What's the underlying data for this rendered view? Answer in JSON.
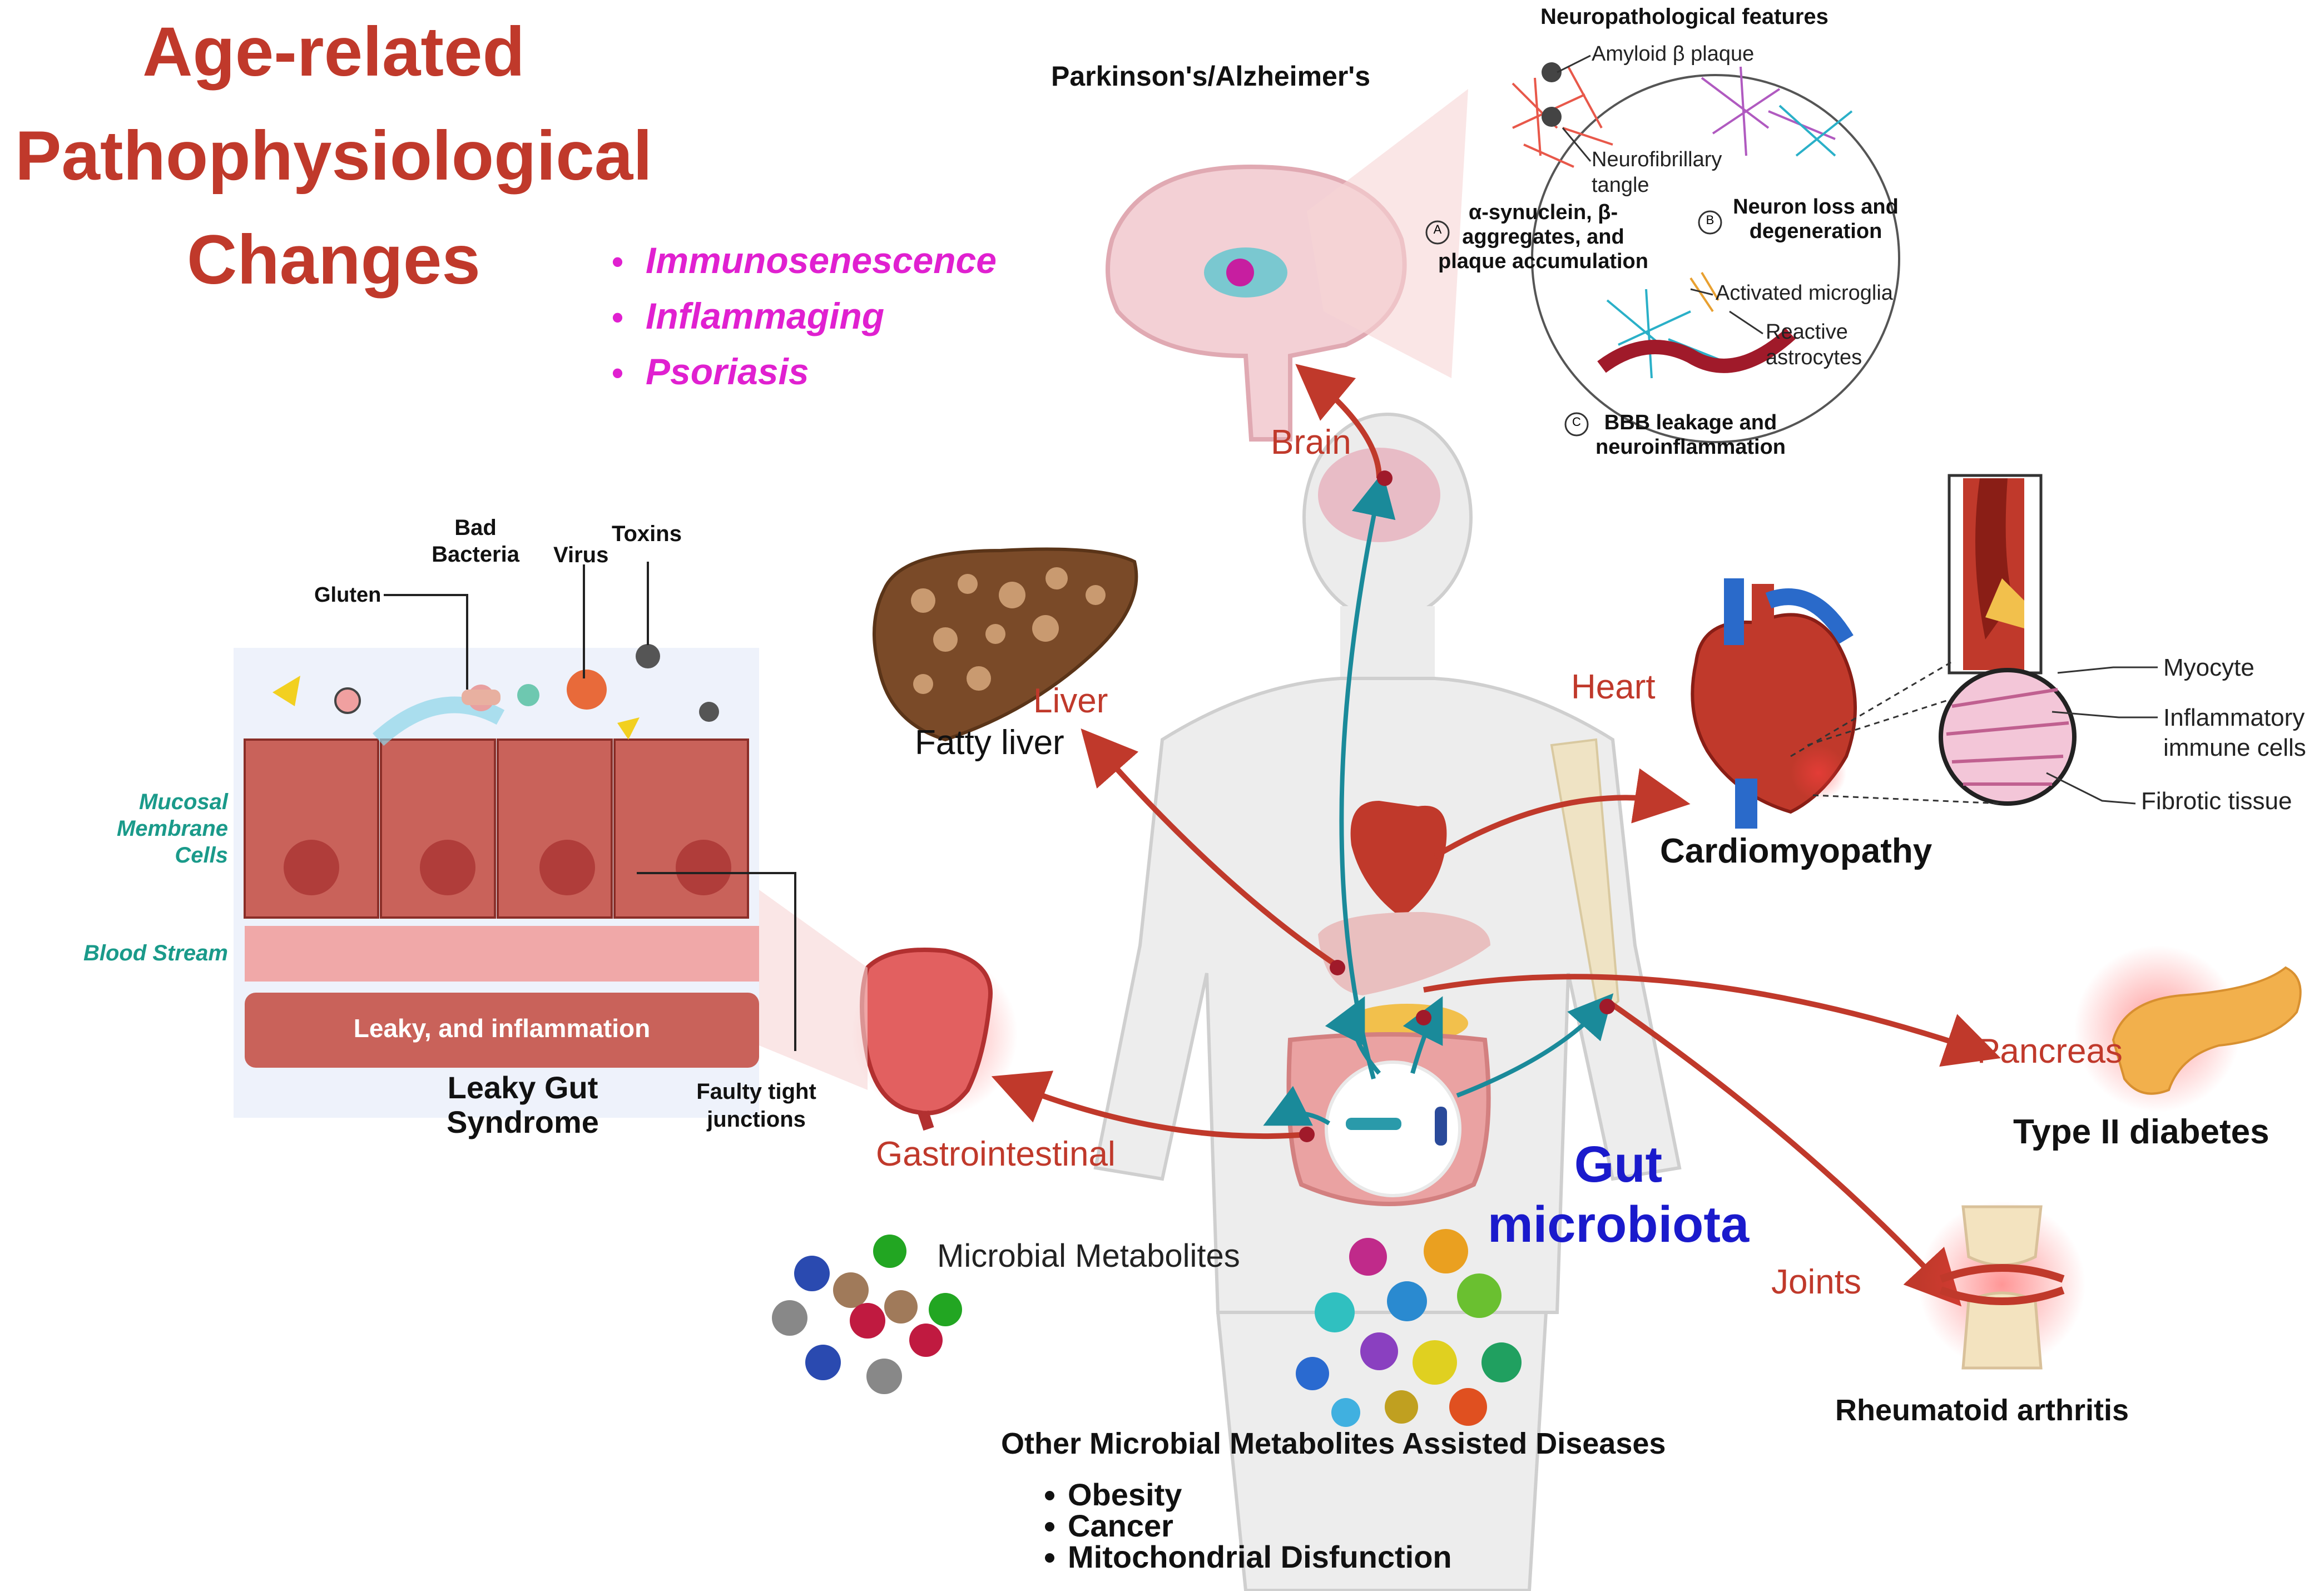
{
  "title_lines": [
    "Age-related",
    "Pathophysiological",
    "Changes"
  ],
  "bullets": [
    "Immunosenescence",
    "Inflammaging",
    "Psoriasis"
  ],
  "brain_panel": {
    "disease": "Parkinson's/Alzheimer's",
    "features_title": "Neuropathological features",
    "amyloid": "Amyloid β plaque",
    "tangle": "Neurofibrillary tangle",
    "a_marker": "A",
    "a_text": "α-synuclein, β-aggregates, and plaque accumulation",
    "b_marker": "B",
    "b_text": "Neuron loss and degeneration",
    "microglia": "Activated microglia",
    "astrocytes": "Reactive astrocytes",
    "c_marker": "C",
    "c_text": "BBB leakage and neuroinflammation"
  },
  "organs": {
    "brain": "Brain",
    "liver": "Liver",
    "liver_condition": "Fatty liver",
    "heart": "Heart",
    "heart_condition": "Cardiomyopathy",
    "pancreas": "Pancreas",
    "pancreas_condition": "Type II diabetes",
    "gi": "Gastrointestinal",
    "joints": "Joints",
    "joints_condition": "Rheumatoid arthritis"
  },
  "heart_panel": {
    "myocyte": "Myocyte",
    "immune": "Inflammatory immune cells",
    "fibrotic": "Fibrotic tissue"
  },
  "gut_panel": {
    "bad_bacteria": "Bad Bacteria",
    "toxins": "Toxins",
    "virus": "Virus",
    "gluten": "Gluten",
    "mucosal": "Mucosal Membrane Cells",
    "blood": "Blood Stream",
    "leaky": "Leaky, and inflammation",
    "syndrome": "Leaky Gut Syndrome",
    "junctions": "Faulty tight junctions"
  },
  "microbiota": "Gut microbiota",
  "metabolites": "Microbial Metabolites",
  "other_title": "Other Microbial Metabolites Assisted Diseases",
  "other_list": [
    "Obesity",
    "Cancer",
    "Mitochondrial Disfunction"
  ],
  "colors": {
    "accent_red": "#c0392b",
    "magenta": "#e020d0",
    "blue": "#1a1acc",
    "teal": "#1a9a8a"
  }
}
